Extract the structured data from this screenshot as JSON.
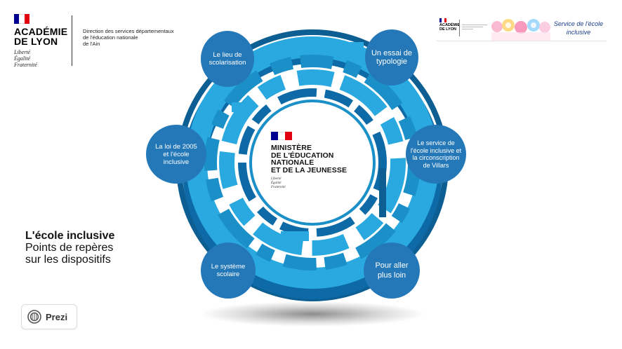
{
  "colors": {
    "bubble_fill": "#2578b8",
    "ring_light": "#29a9e0",
    "ring_mid": "#1a8fc8",
    "ring_dark": "#0d5e92",
    "flag_blue": "#000091",
    "flag_red": "#e1000f",
    "title_text": "#111111"
  },
  "header": {
    "academy_line1": "ACADÉMIE",
    "academy_line2": "DE LYON",
    "motto": [
      "Liberté",
      "Égalité",
      "Fraternité"
    ],
    "direction_line1": "Direction des services départementaux",
    "direction_line2": "de l'éducation nationale",
    "direction_line3": "de l'Ain"
  },
  "banner": {
    "mini_line1": "ACADÉMIE",
    "mini_line2": "DE LYON",
    "service_line1": "Service de l'école",
    "service_line2": "inclusive"
  },
  "center": {
    "ministry_line1": "MINISTÈRE",
    "ministry_line2": "DE L'ÉDUCATION",
    "ministry_line3": "NATIONALE",
    "ministry_line4": "ET DE LA JEUNESSE",
    "motto": [
      "Liberté",
      "Égalité",
      "Fraternité"
    ]
  },
  "title": {
    "line1": "L'école inclusive",
    "line2": "Points de repères",
    "line3": "sur les dispositifs"
  },
  "bubbles": [
    {
      "id": "lieu",
      "lines": [
        "Le lieu de",
        "scolarisation"
      ]
    },
    {
      "id": "essai",
      "lines": [
        "Un essai de",
        "typologie"
      ]
    },
    {
      "id": "loi",
      "lines": [
        "La loi de 2005",
        "et l'école",
        "inclusive"
      ]
    },
    {
      "id": "service",
      "lines": [
        "Le service de",
        "l'école inclusive et",
        "la circonscription",
        "de Villars"
      ]
    },
    {
      "id": "systeme",
      "lines": [
        "Le système",
        "scolaire"
      ]
    },
    {
      "id": "aller",
      "lines": [
        "Pour aller",
        "plus loin"
      ]
    }
  ],
  "prezi": {
    "label": "Prezi",
    "icon": "prezi-logo-icon"
  }
}
